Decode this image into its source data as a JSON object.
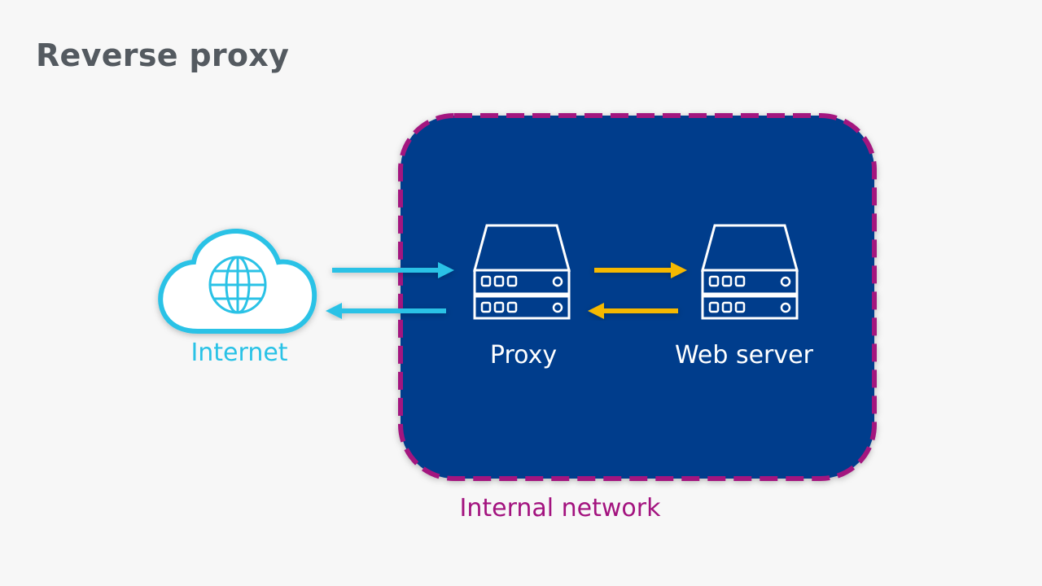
{
  "title": "Reverse proxy",
  "labels": {
    "internet": "Internet",
    "proxy": "Proxy",
    "web_server": "Web server",
    "internal_network": "Internal network"
  },
  "colors": {
    "background": "#f7f7f7",
    "title": "#545a60",
    "network_fill": "#003e8c",
    "network_border": "#a3137f",
    "internet": "#29c2e6",
    "server": "#ffffff",
    "proxy_server_arrows": "#f5b800",
    "internet_proxy_arrows": "#29c2e6"
  },
  "icons": {
    "internet": "cloud-globe-icon",
    "proxy": "server-icon",
    "web_server": "server-icon"
  },
  "flows": [
    {
      "from": "internet",
      "to": "proxy",
      "color": "#29c2e6"
    },
    {
      "from": "proxy",
      "to": "internet",
      "color": "#29c2e6"
    },
    {
      "from": "proxy",
      "to": "web_server",
      "color": "#f5b800"
    },
    {
      "from": "web_server",
      "to": "proxy",
      "color": "#f5b800"
    }
  ]
}
